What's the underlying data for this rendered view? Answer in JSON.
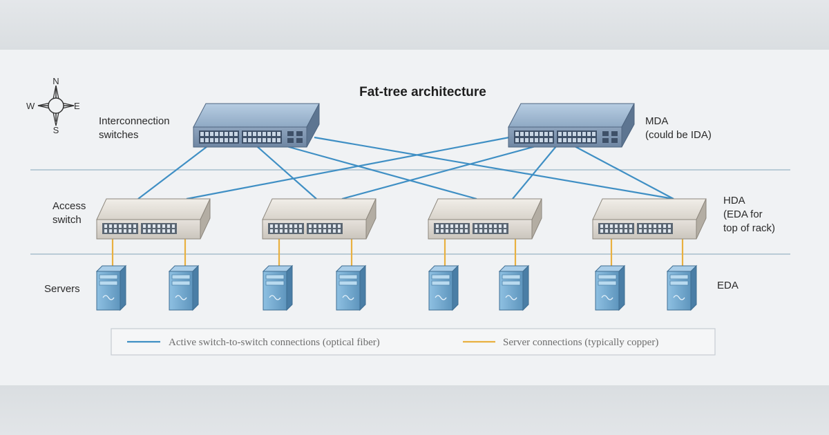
{
  "title": "Fat-tree architecture",
  "compass": {
    "n": "N",
    "e": "E",
    "s": "S",
    "w": "W"
  },
  "labels": {
    "interconnection": [
      "Interconnection",
      "switches"
    ],
    "mda": [
      "MDA",
      "(could be IDA)"
    ],
    "access": [
      "Access",
      "switch"
    ],
    "hda": [
      "HDA",
      "(EDA for",
      "top of rack)"
    ],
    "servers": "Servers",
    "eda": "EDA"
  },
  "legend": {
    "fiber": "Active switch-to-switch connections (optical fiber)",
    "copper": "Server connections (typically copper)"
  },
  "colors": {
    "fiber": "#3f8fc4",
    "copper": "#e8b040",
    "divider": "#b9cbd6",
    "core_switch": "#7f9ab8",
    "access_switch": "#dedad2",
    "server": "#6fa3c8"
  }
}
